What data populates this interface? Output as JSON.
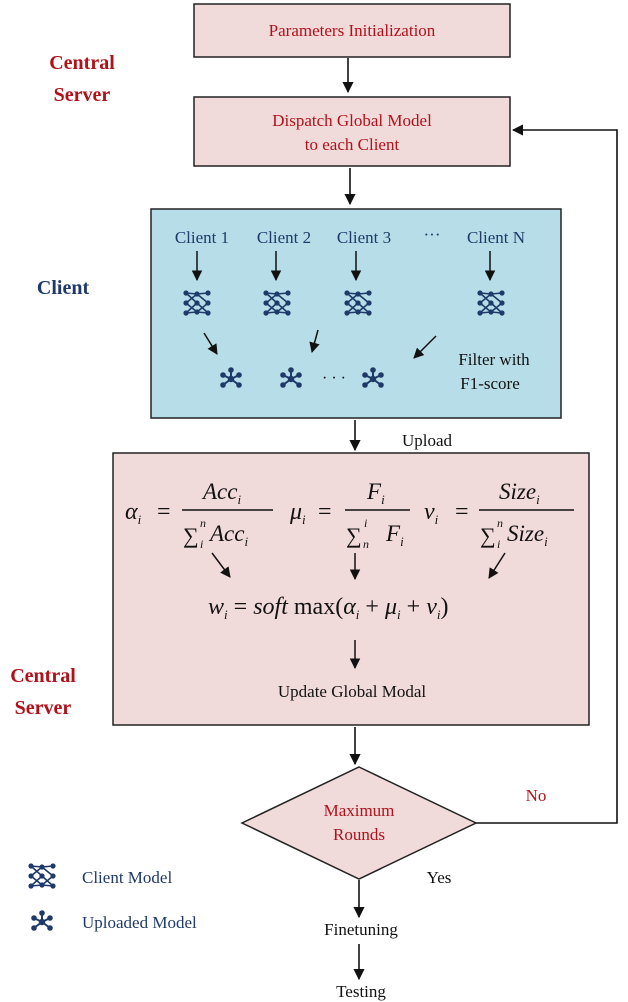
{
  "labels": {
    "central_server_top": [
      "Central",
      "Server"
    ],
    "client_section": "Client",
    "central_server_bottom": [
      "Central",
      "Server"
    ]
  },
  "boxes": {
    "params_init": "Parameters Initialization",
    "dispatch": [
      "Dispatch Global Model",
      "to each Client"
    ]
  },
  "clients": {
    "names": [
      "Client 1",
      "Client 2",
      "Client 3",
      "···",
      "Client N"
    ],
    "uploaded_dots": "· · ·",
    "filter": [
      "Filter with",
      "F1-score"
    ]
  },
  "edges": {
    "upload": "Upload",
    "no": "No",
    "yes": "Yes"
  },
  "aggregation": {
    "alpha_lhs": "α",
    "alpha_sub": "i",
    "alpha_num": "Acc",
    "alpha_den_sum": "∑",
    "alpha_den_sup": "n",
    "alpha_den_sub": "i",
    "alpha_den_term": "Acc",
    "mu_lhs": "μ",
    "mu_num": "F",
    "mu_den_sup": "i",
    "mu_den_sub": "n",
    "mu_den_term": "F",
    "nu_lhs": "ν",
    "nu_num": "Size",
    "nu_den_sup": "n",
    "nu_den_sub": "i",
    "nu_den_term": "Size",
    "equals": "=",
    "weight_formula_parts": [
      "w",
      "i",
      " = ",
      "soft",
      " max(",
      "α",
      "i",
      " + ",
      "μ",
      "i",
      " + ",
      "ν",
      "i",
      ")"
    ],
    "update": "Update Global Modal"
  },
  "decision": [
    "Maximum",
    "Rounds"
  ],
  "steps": {
    "finetuning": "Finetuning",
    "testing": "Testing"
  },
  "legend": {
    "client_model": "Client Model",
    "uploaded_model": "Uploaded Model"
  },
  "colors": {
    "pink_box": "#f1dada",
    "client_panel": "#b6dde8",
    "red_text": "#b0121b",
    "navy_text": "#1f3a68",
    "icon_blue": "#1f3a68"
  }
}
